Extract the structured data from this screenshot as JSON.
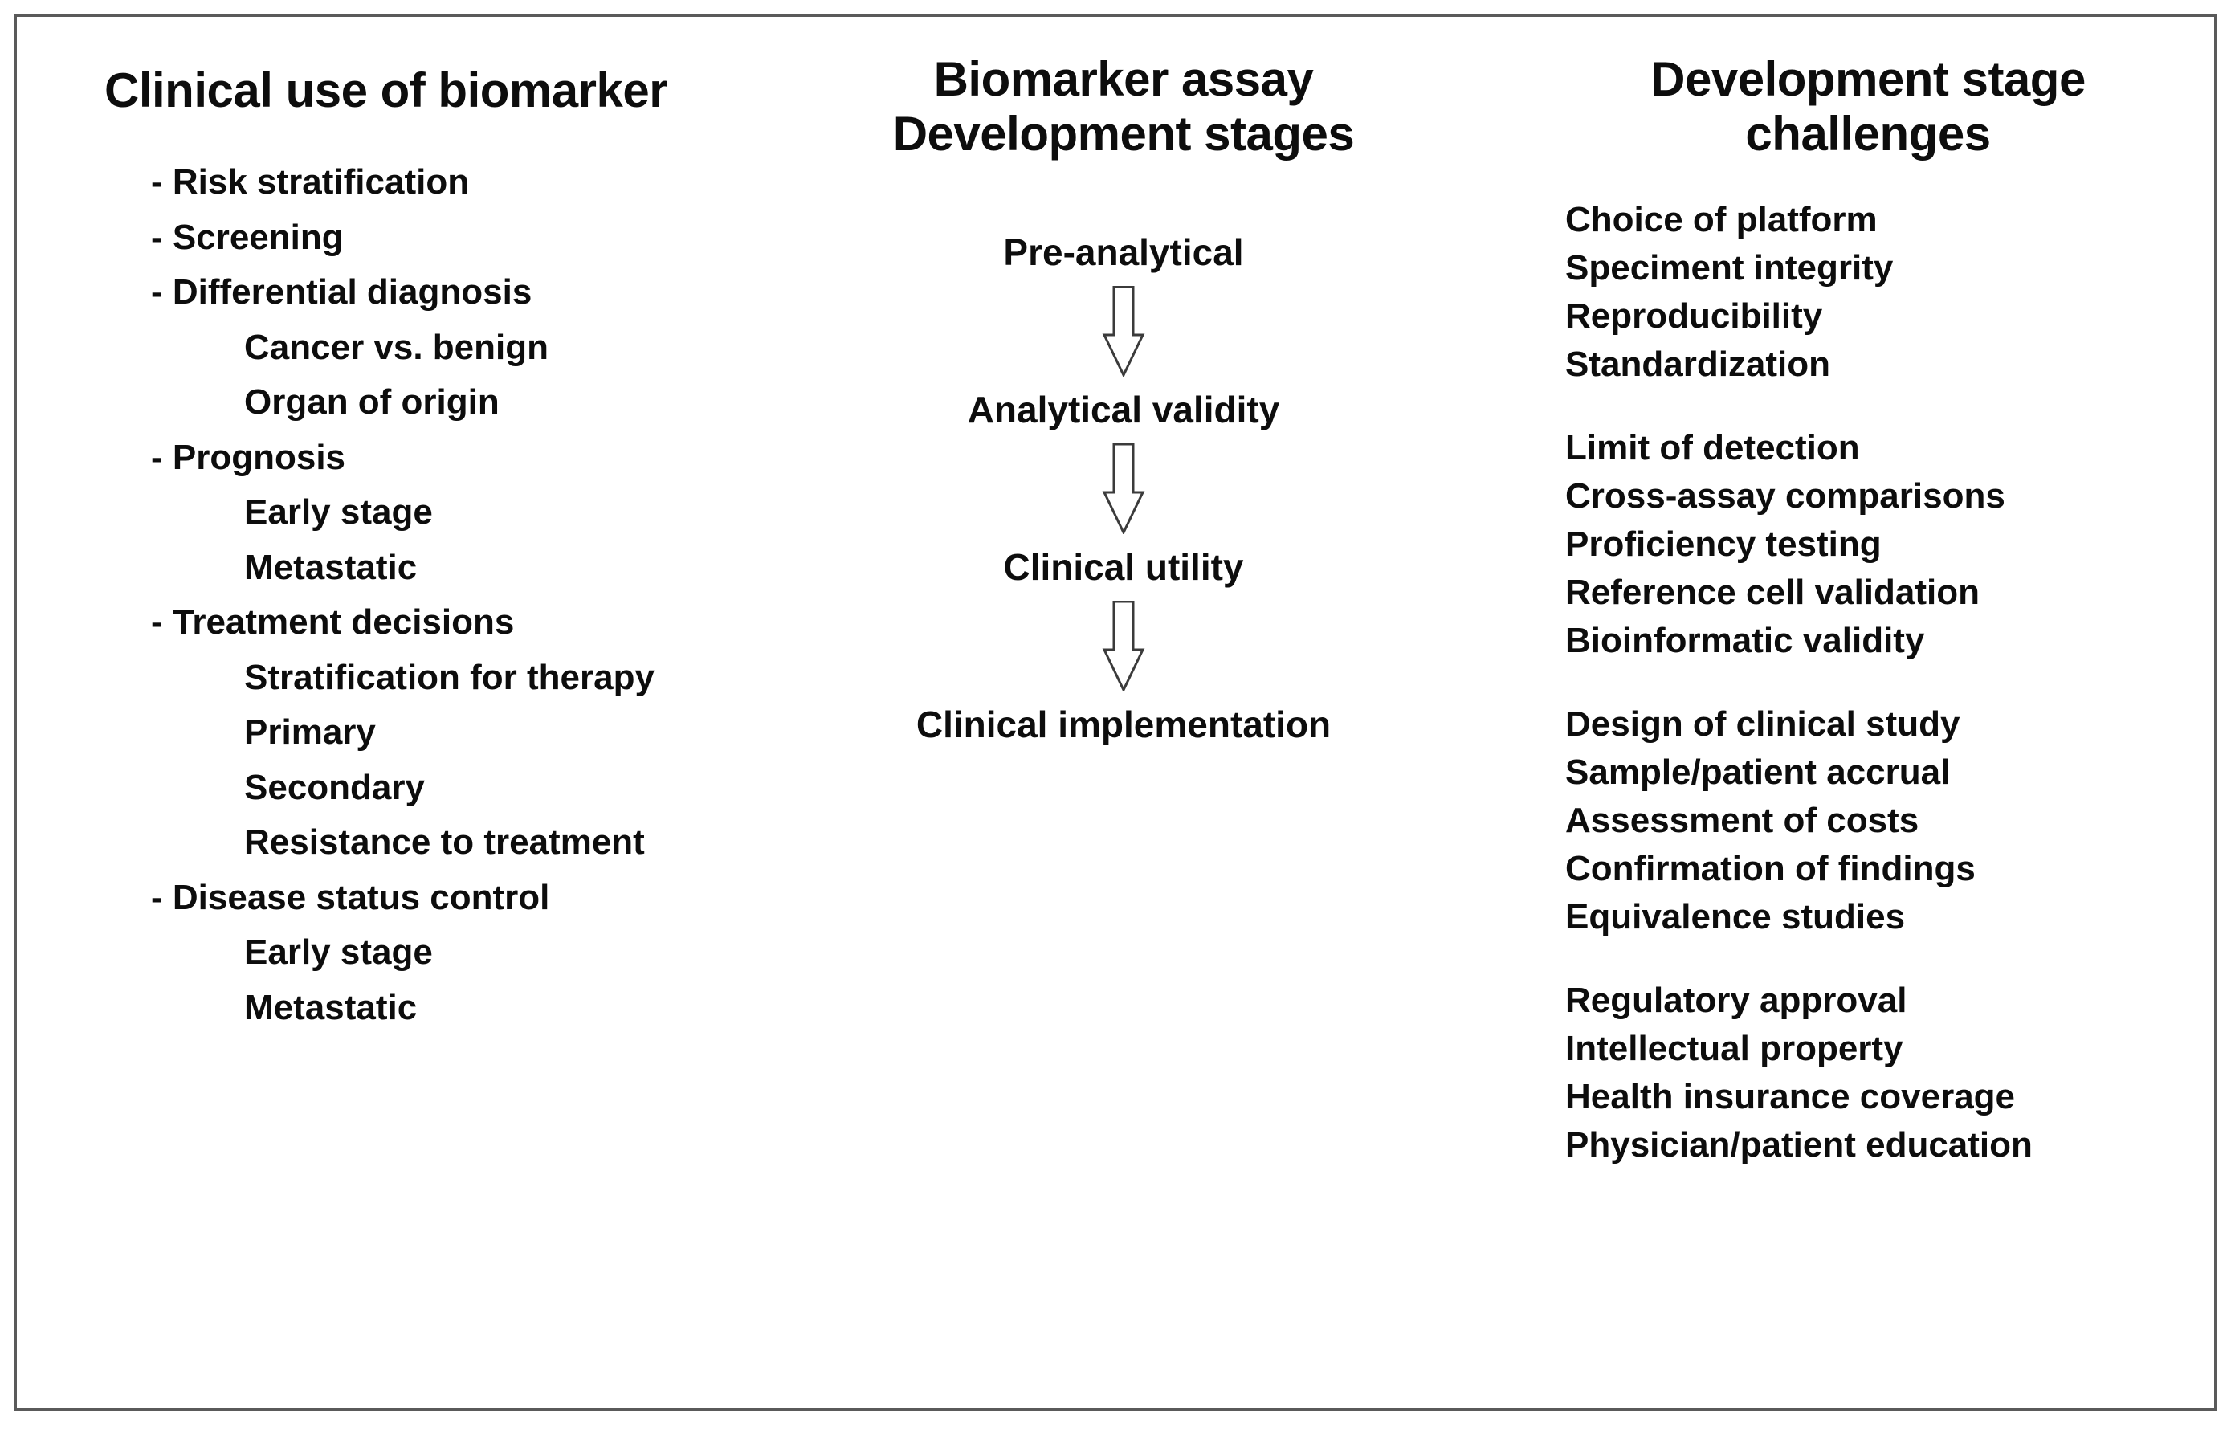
{
  "figure": {
    "border_color": "#5a5a5a",
    "background": "#ffffff",
    "text_color": "#0d0d0d"
  },
  "clinical_use": {
    "title": "Clinical use of biomarker",
    "items": [
      {
        "level": 1,
        "text": "- Risk stratification"
      },
      {
        "level": 1,
        "text": "- Screening"
      },
      {
        "level": 1,
        "text": "- Differential diagnosis"
      },
      {
        "level": 2,
        "text": "Cancer vs. benign"
      },
      {
        "level": 2,
        "text": "Organ of origin"
      },
      {
        "level": 1,
        "text": "- Prognosis"
      },
      {
        "level": 2,
        "text": "Early stage"
      },
      {
        "level": 2,
        "text": "Metastatic"
      },
      {
        "level": 1,
        "text": "- Treatment decisions"
      },
      {
        "level": 2,
        "text": "Stratification for therapy"
      },
      {
        "level": 2,
        "text": "Primary"
      },
      {
        "level": 2,
        "text": "Secondary"
      },
      {
        "level": 2,
        "text": "Resistance to treatment"
      },
      {
        "level": 1,
        "text": "- Disease status control"
      },
      {
        "level": 2,
        "text": "Early stage"
      },
      {
        "level": 2,
        "text": "Metastatic"
      }
    ]
  },
  "assay_development": {
    "title": "Biomarker assay\nDevelopment stages",
    "stages": [
      {
        "label": "Pre-analytical"
      },
      {
        "label": "Analytical validity"
      },
      {
        "label": "Clinical utility"
      },
      {
        "label": "Clinical implementation"
      }
    ],
    "arrow_count": 3,
    "arrow_direction": "down",
    "arrow_fill": "#ffffff",
    "arrow_stroke": "#3b3b3b"
  },
  "challenges": {
    "title": "Development stage\nchallenges",
    "groups": [
      {
        "items": [
          "Choice of platform",
          "Speciment integrity",
          "Reproducibility",
          "Standardization"
        ]
      },
      {
        "items": [
          "Limit of detection",
          "Cross-assay comparisons",
          "Proficiency testing",
          "Reference cell validation",
          "Bioinformatic validity"
        ]
      },
      {
        "items": [
          "Design of clinical study",
          "Sample/patient accrual",
          "Assessment of costs",
          "Confirmation of findings",
          "Equivalence studies"
        ]
      },
      {
        "items": [
          "Regulatory approval",
          "Intellectual property",
          "Health insurance coverage",
          "Physician/patient education"
        ]
      }
    ]
  }
}
